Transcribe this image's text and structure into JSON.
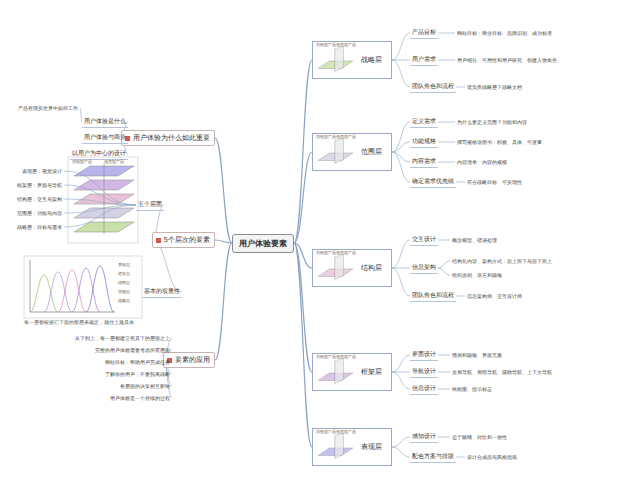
{
  "diagram": {
    "nodes": [
      {
        "text": [
          "用户体验要素"
        ]
      },
      {
        "text": [
          "战略层"
        ]
      },
      {
        "text": [
          "范围层"
        ]
      },
      {
        "text": [
          "结构层"
        ]
      },
      {
        "text": [
          "框架层"
        ]
      },
      {
        "text": [
          "表现层"
        ]
      },
      {
        "text": [
          "产品目标"
        ]
      },
      {
        "text": [
          "用户需求"
        ]
      },
      {
        "text": [
          "团队角色和流程"
        ]
      },
      {
        "text": [
          "网站目标：商业目标、品牌识别、成功标准"
        ]
      },
      {
        "text": [
          "用户细分、可用性和用户研究、创建人物角色"
        ]
      },
      {
        "text": [
          "谁负责战略层？战略文档"
        ]
      },
      {
        "text": [
          "定义需求"
        ]
      },
      {
        "text": [
          "功能规格"
        ]
      },
      {
        "text": [
          "内容需求"
        ]
      },
      {
        "text": [
          "确定需求优先级"
        ]
      },
      {
        "text": [
          "为什么要定义范围？功能和内容"
        ]
      },
      {
        "text": [
          "撰写规格说明书：积极、具体、可度量"
        ]
      },
      {
        "text": [
          "内容清单、内容的规模"
        ]
      },
      {
        "text": [
          "符合战略目标、可实现性"
        ]
      },
      {
        "text": [
          "交互设计"
        ]
      },
      {
        "text": [
          "信息架构"
        ]
      },
      {
        "text": [
          "团队角色和流程"
        ]
      },
      {
        "text": [
          "概念模型、错误处理"
        ]
      },
      {
        "text": [
          "结构化内容、架构方式：自上而下与自下而上"
        ]
      },
      {
        "text": [
          "组织原则、语言和隐喻"
        ]
      },
      {
        "text": [
          "信息架构师、交互设计师"
        ]
      },
      {
        "text": [
          "界面设计"
        ]
      },
      {
        "text": [
          "导航设计"
        ]
      },
      {
        "text": [
          "信息设计"
        ]
      },
      {
        "text": [
          "惯例和隐喻、界面元素"
        ]
      },
      {
        "text": [
          "全局导航、局部导航、辅助导航、上下文导航"
        ]
      },
      {
        "text": [
          "线框图、指示标志"
        ]
      },
      {
        "text": [
          "感知设计"
        ]
      },
      {
        "text": [
          "配色方案与排版"
        ]
      },
      {
        "text": [
          "忠于眼睛、对比和一致性"
        ]
      },
      {
        "text": [
          "设计合成品与风格指南"
        ]
      },
      {
        "text": [
          "用户体验为什么如此重要"
        ]
      },
      {
        "text": [
          "5个层次的要素"
        ]
      },
      {
        "text": [
          "要素的应用"
        ]
      },
      {
        "text": [
          "用户体验是什么"
        ]
      },
      {
        "text": [
          "用户体验与商业"
        ]
      },
      {
        "text": [
          "以用户为中心的设计"
        ]
      },
      {
        "text": [
          "产品在现实世界中如何工作"
        ]
      },
      {
        "text": [
          "五个层面"
        ]
      },
      {
        "text": [
          "表现层：视觉设计"
        ]
      },
      {
        "text": [
          "框架层：界面与导航"
        ]
      },
      {
        "text": [
          "结构层：交互与架构"
        ]
      },
      {
        "text": [
          "范围层：功能与内容"
        ]
      },
      {
        "text": [
          "战略层：目标与需求"
        ]
      },
      {
        "text": [
          "基本的双重性"
        ]
      },
      {
        "text": [
          "从下到上，每一层都建立在其下的层面之上"
        ]
      },
      {
        "text": [
          "完整的用户体验需要考虑所有层面"
        ]
      },
      {
        "text": [
          "网站目标：帮助用户完成任务"
        ]
      },
      {
        "text": [
          "了解你的用户，不要脱离战略"
        ]
      },
      {
        "text": [
          "各层面的决策相互影响"
        ]
      },
      {
        "text": [
          "用户体验是一个持续的过程"
        ]
      }
    ],
    "edges": [
      {
        "from": 0,
        "to": 1,
        "arrow": "none"
      },
      {
        "from": 0,
        "to": 2,
        "arrow": "none"
      },
      {
        "from": 0,
        "to": 3,
        "arrow": "none"
      },
      {
        "from": 0,
        "to": 4,
        "arrow": "none"
      },
      {
        "from": 0,
        "to": 5,
        "arrow": "none"
      },
      {
        "from": 1,
        "to": 6,
        "arrow": "none"
      },
      {
        "from": 1,
        "to": 7,
        "arrow": "none"
      },
      {
        "from": 1,
        "to": 8,
        "arrow": "none"
      },
      {
        "from": 6,
        "to": 9,
        "arrow": "none"
      },
      {
        "from": 7,
        "to": 10,
        "arrow": "none"
      },
      {
        "from": 8,
        "to": 11,
        "arrow": "none"
      },
      {
        "from": 2,
        "to": 12,
        "arrow": "none"
      },
      {
        "from": 2,
        "to": 13,
        "arrow": "none"
      },
      {
        "from": 2,
        "to": 14,
        "arrow": "none"
      },
      {
        "from": 2,
        "to": 15,
        "arrow": "none"
      },
      {
        "from": 12,
        "to": 16,
        "arrow": "none"
      },
      {
        "from": 13,
        "to": 17,
        "arrow": "none"
      },
      {
        "from": 14,
        "to": 18,
        "arrow": "none"
      },
      {
        "from": 15,
        "to": 19,
        "arrow": "none"
      },
      {
        "from": 3,
        "to": 20,
        "arrow": "none"
      },
      {
        "from": 3,
        "to": 21,
        "arrow": "none"
      },
      {
        "from": 3,
        "to": 22,
        "arrow": "none"
      },
      {
        "from": 20,
        "to": 23,
        "arrow": "none"
      },
      {
        "from": 21,
        "to": 24,
        "arrow": "none"
      },
      {
        "from": 21,
        "to": 25,
        "arrow": "none"
      },
      {
        "from": 22,
        "to": 26,
        "arrow": "none"
      },
      {
        "from": 4,
        "to": 27,
        "arrow": "none"
      },
      {
        "from": 4,
        "to": 28,
        "arrow": "none"
      },
      {
        "from": 4,
        "to": 29,
        "arrow": "none"
      },
      {
        "from": 27,
        "to": 30,
        "arrow": "none"
      },
      {
        "from": 28,
        "to": 31,
        "arrow": "none"
      },
      {
        "from": 29,
        "to": 32,
        "arrow": "none"
      },
      {
        "from": 5,
        "to": 33,
        "arrow": "none"
      },
      {
        "from": 5,
        "to": 34,
        "arrow": "none"
      },
      {
        "from": 33,
        "to": 35,
        "arrow": "none"
      },
      {
        "from": 34,
        "to": 36,
        "arrow": "none"
      },
      {
        "from": 0,
        "to": 37,
        "arrow": "none"
      },
      {
        "from": 0,
        "to": 38,
        "arrow": "none"
      },
      {
        "from": 0,
        "to": 39,
        "arrow": "none"
      },
      {
        "from": 37,
        "to": 40,
        "arrow": "none"
      },
      {
        "from": 37,
        "to": 41,
        "arrow": "none"
      },
      {
        "from": 37,
        "to": 42,
        "arrow": "none"
      },
      {
        "from": 40,
        "to": 43,
        "arrow": "none"
      },
      {
        "from": 38,
        "to": 44,
        "arrow": "none"
      },
      {
        "from": 44,
        "to": 45,
        "arrow": "none"
      },
      {
        "from": 44,
        "to": 46,
        "arrow": "none"
      },
      {
        "from": 44,
        "to": 47,
        "arrow": "none"
      },
      {
        "from": 44,
        "to": 48,
        "arrow": "none"
      },
      {
        "from": 44,
        "to": 49,
        "arrow": "none"
      },
      {
        "from": 38,
        "to": 50,
        "arrow": "none"
      },
      {
        "from": 39,
        "to": 51,
        "arrow": "none"
      },
      {
        "from": 39,
        "to": 52,
        "arrow": "none"
      },
      {
        "from": 39,
        "to": 53,
        "arrow": "none"
      },
      {
        "from": 39,
        "to": 54,
        "arrow": "none"
      },
      {
        "from": 39,
        "to": 55,
        "arrow": "none"
      },
      {
        "from": 39,
        "to": 56,
        "arrow": "none"
      }
    ],
    "labels": [
      "功能型产品",
      "信息型产品",
      "功能型产品",
      "信息型产品",
      "功能型产品",
      "信息型产品",
      "功能型产品",
      "信息型产品",
      "功能型产品",
      "信息型产品",
      "功能型产品",
      "信息型产品",
      "表现层",
      "框架层",
      "结构层",
      "范围层",
      "战略层",
      "每一层都根据它下面的那层来确定，越往上越具体"
    ]
  }
}
